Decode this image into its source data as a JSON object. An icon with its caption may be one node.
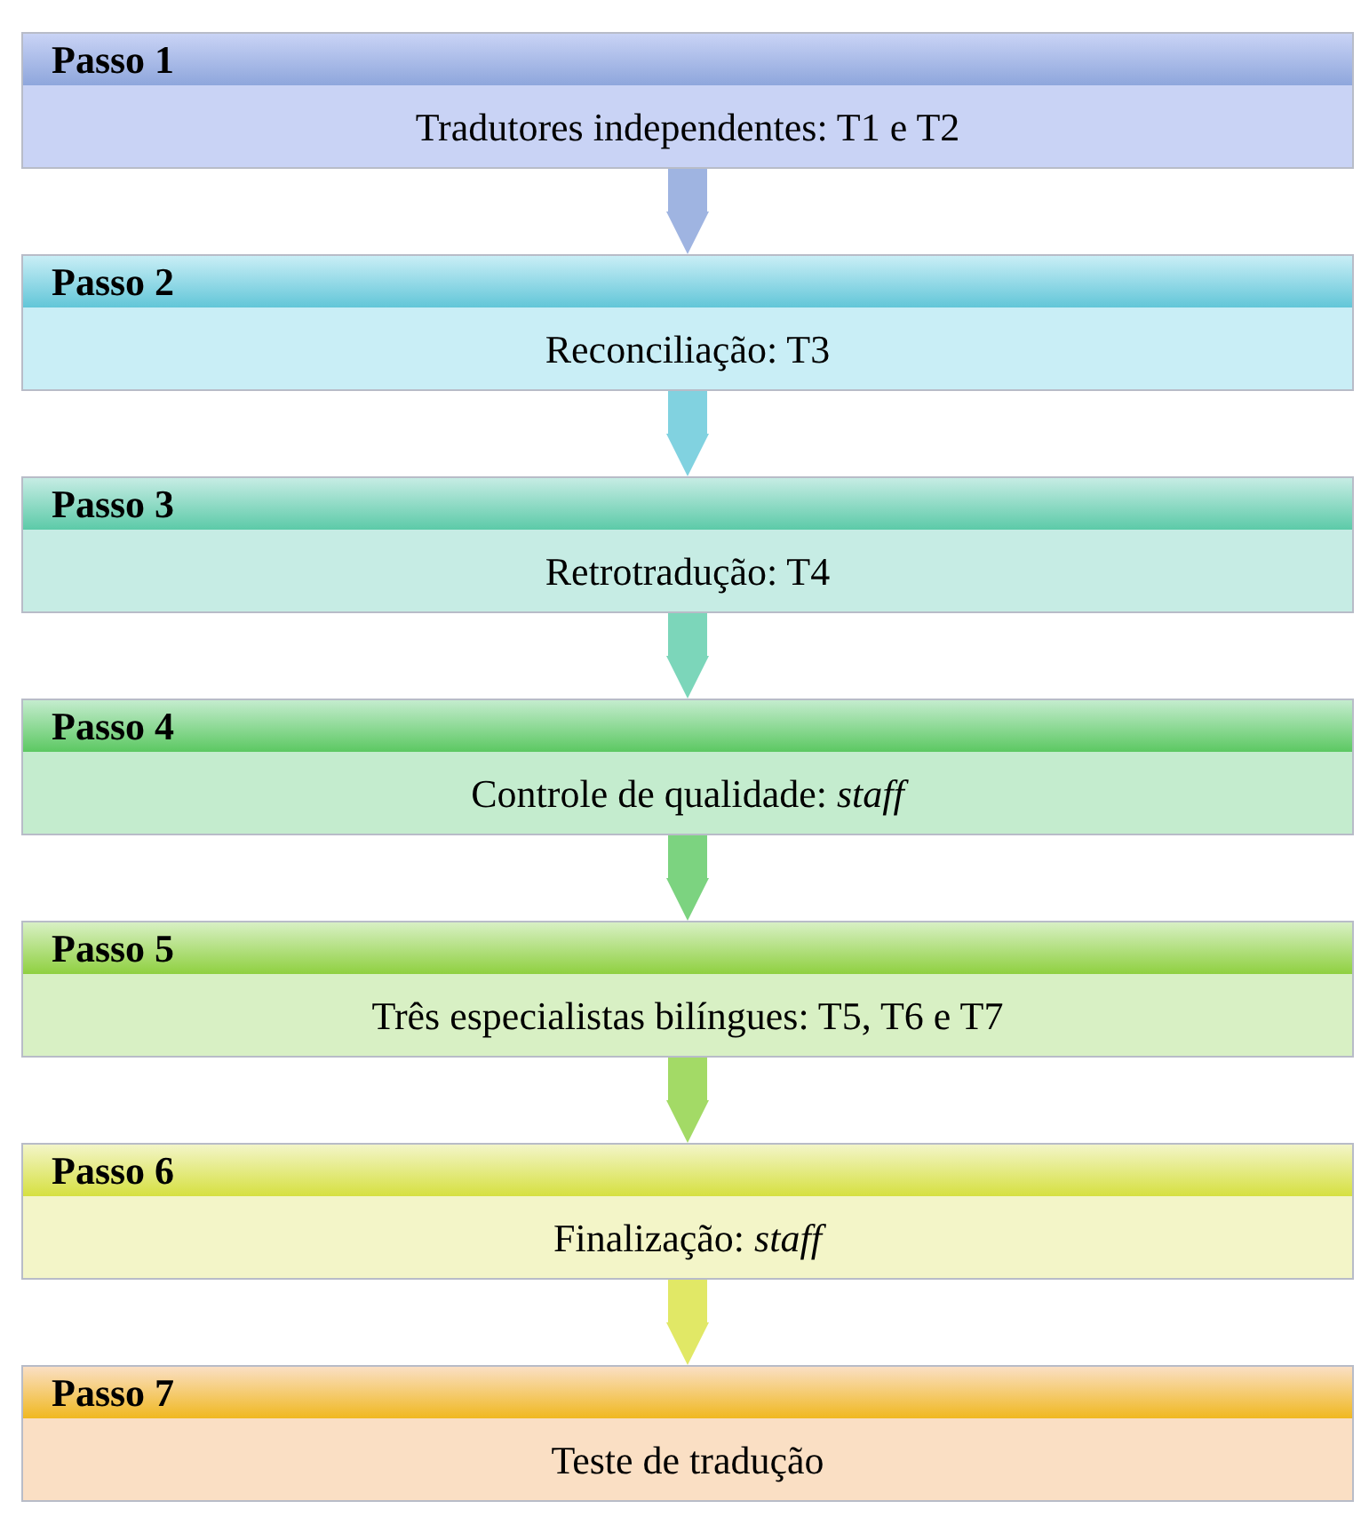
{
  "diagram": {
    "nodes": [
      {
        "text": [
          "Passo 1",
          "Tradutores independentes: T1 e T2"
        ]
      },
      {
        "text": [
          "Passo 2",
          "Reconciliação: T3"
        ]
      },
      {
        "text": [
          "Passo 3",
          "Retrotradução: T4"
        ]
      },
      {
        "text": [
          "Passo 4",
          "Controle de qualidade: *staff*"
        ]
      },
      {
        "text": [
          "Passo 5",
          "Três especialistas bilíngues: T5, T6 e T7"
        ]
      },
      {
        "text": [
          "Passo 6",
          "Finalização: *staff*"
        ]
      },
      {
        "text": [
          "Passo 7",
          "Teste de tradução"
        ]
      }
    ],
    "edges": [
      {
        "from": 0,
        "to": 1,
        "arrow": "to",
        "color": "#8fa8dc"
      },
      {
        "from": 1,
        "to": 2,
        "arrow": "to",
        "color": "#6ccbdb"
      },
      {
        "from": 2,
        "to": 3,
        "arrow": "to",
        "color": "#66cfae"
      },
      {
        "from": 3,
        "to": 4,
        "arrow": "to",
        "color": "#66cc6a"
      },
      {
        "from": 4,
        "to": 5,
        "arrow": "to",
        "color": "#94d44c"
      },
      {
        "from": 5,
        "to": 6,
        "arrow": "to",
        "color": "#dce44c"
      }
    ]
  }
}
